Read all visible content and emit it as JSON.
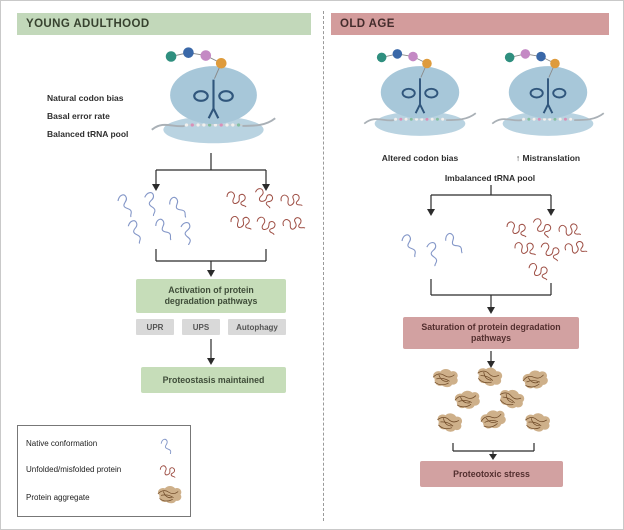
{
  "panels": {
    "young": {
      "header": "YOUNG ADULTHOOD",
      "annotations": [
        "Natural codon bias",
        "Basal error rate",
        "Balanced tRNA pool"
      ],
      "activation_box": "Activation of protein degradation pathways",
      "pathways": [
        "UPR",
        "UPS",
        "Autophagy"
      ],
      "outcome_box": "Proteostasis maintained"
    },
    "old": {
      "header": "OLD AGE",
      "codon_label": "Altered codon bias",
      "mistranslation_label": "↑ Mistranslation",
      "trna_label": "Imbalanced tRNA pool",
      "saturation_box": "Saturation of protein degradation pathways",
      "outcome_box": "Proteotoxic stress"
    }
  },
  "legend": {
    "items": [
      {
        "label": "Native conformation",
        "icon": "native-squiggle-icon"
      },
      {
        "label": "Unfolded/misfolded protein",
        "icon": "misfolded-squiggle-icon"
      },
      {
        "label": "Protein aggregate",
        "icon": "aggregate-icon"
      }
    ]
  },
  "colors": {
    "young_header_bg": "#c2d8ba",
    "old_header_bg": "#d39c9c",
    "green_box_bg": "#c6ddb9",
    "pink_box_bg": "#d2a1a1",
    "gray_box_bg": "#d9d9d9",
    "native_protein": "#8497c8",
    "misfolded_protein": "#9e4f45",
    "aggregate_fill": "#c9a77d",
    "aggregate_stroke": "#6f4a28",
    "ribosome_body": "#a7c7d9",
    "trna": "#30567c"
  }
}
